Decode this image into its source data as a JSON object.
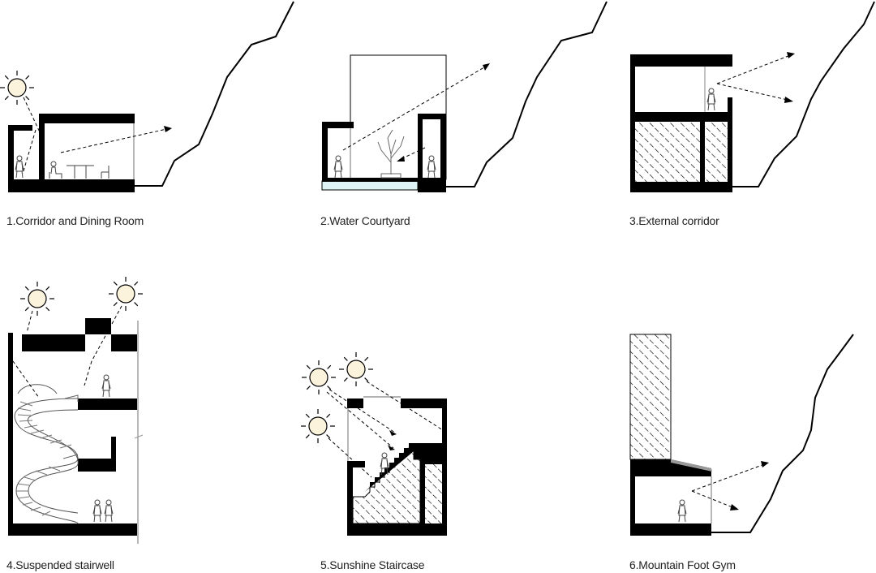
{
  "panels": [
    {
      "caption": "1.Corridor and Dining Room"
    },
    {
      "caption": "2.Water Courtyard"
    },
    {
      "caption": "3.External corridor"
    },
    {
      "caption": "4.Suspended stairwell"
    },
    {
      "caption": "5.Sunshine Staircase"
    },
    {
      "caption": "6.Mountain Foot Gym"
    }
  ],
  "colors": {
    "ink": "#000000",
    "sun_fill": "#fbf3dc",
    "water": "#dff4f6",
    "glass": "#9a9a9a"
  }
}
